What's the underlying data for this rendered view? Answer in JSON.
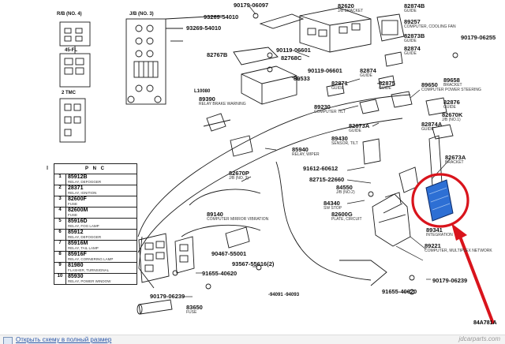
{
  "diagram": {
    "figure_code": "84A781A",
    "top_left_header": "R/B (NO. 4)",
    "left_sub_label": "45-FL",
    "jb_header": "J/B (NO. 3)",
    "left_tmc_label": "2 TMC",
    "pnc_table": {
      "header": "P N C",
      "rows": [
        {
          "num": "1",
          "code": "85912B",
          "desc": "RELAY, DEFOGGER"
        },
        {
          "num": "2",
          "code": "28371",
          "desc": "RELAY, IGNITION"
        },
        {
          "num": "3",
          "code": "82600F",
          "desc": "FUSE"
        },
        {
          "num": "4",
          "code": "82600M",
          "desc": "FUSE"
        },
        {
          "num": "5",
          "code": "85916D",
          "desc": "RELAY, FOG LAMP"
        },
        {
          "num": "6",
          "code": "85912",
          "desc": "RELAY, DEFOGGER"
        },
        {
          "num": "7",
          "code": "85916M",
          "desc": "RELAY, TAIL LAMP"
        },
        {
          "num": "8",
          "code": "85916F",
          "desc": "RELAY, CORNERING LAMP"
        },
        {
          "num": "9",
          "code": "81980",
          "desc": "FLASHER, TURNSIGNAL"
        },
        {
          "num": "10",
          "code": "85930",
          "desc": "RELAY, POWER WINDOW"
        }
      ]
    },
    "labels": [
      {
        "id": "p90179_06097",
        "text": "90179-06097",
        "sub": ""
      },
      {
        "id": "p93269_54010",
        "text": "93269-54010",
        "sub": ""
      },
      {
        "id": "p93269_54010b",
        "text": "93269-54010",
        "sub": ""
      },
      {
        "id": "p82620",
        "text": "82620",
        "sub": "J/B BRACKET"
      },
      {
        "id": "p82874b",
        "text": "82874B",
        "sub": "GUIDE"
      },
      {
        "id": "p89257",
        "text": "89257",
        "sub": "COMPUTER, COOLING FAN"
      },
      {
        "id": "p82873b",
        "text": "82873B",
        "sub": "GUIDE"
      },
      {
        "id": "p82874a_top",
        "text": "82874",
        "sub": "GUIDE"
      },
      {
        "id": "p90179_06255",
        "text": "90179-06255",
        "sub": ""
      },
      {
        "id": "p82767b",
        "text": "82767B",
        "sub": ""
      },
      {
        "id": "p90119_06601",
        "text": "90119-06601",
        "sub": ""
      },
      {
        "id": "p82768c",
        "text": "82768C",
        "sub": ""
      },
      {
        "id": "p90119_06601b",
        "text": "90119-06601",
        "sub": ""
      },
      {
        "id": "p82874_mid",
        "text": "82874",
        "sub": "GUIDE"
      },
      {
        "id": "p89533",
        "text": "89533",
        "sub": ""
      },
      {
        "id": "p89658",
        "text": "89658",
        "sub": "BRACKET"
      },
      {
        "id": "p82871",
        "text": "82871",
        "sub": "GUIDE"
      },
      {
        "id": "p82875",
        "text": "82875",
        "sub": "GUIDE"
      },
      {
        "id": "p89650",
        "text": "89650",
        "sub": "COMPUTER POWER STEERING"
      },
      {
        "id": "p82876",
        "text": "82876",
        "sub": "GUIDE"
      },
      {
        "id": "p82670k",
        "text": "82670K",
        "sub": "J/B (NO.1)"
      },
      {
        "id": "pl10080",
        "text": "L10080",
        "sub": ""
      },
      {
        "id": "p89390",
        "text": "89390",
        "sub": "RELAY BRAKE WARNING"
      },
      {
        "id": "p89230",
        "text": "89230",
        "sub": "COMPUTER TILT"
      },
      {
        "id": "p82873a",
        "text": "82873A",
        "sub": "GUIDE"
      },
      {
        "id": "p82874a",
        "text": "82874A",
        "sub": "GUIDE"
      },
      {
        "id": "p89430",
        "text": "89430",
        "sub": "SENSOR, TILT"
      },
      {
        "id": "p85940",
        "text": "85940",
        "sub": "RELAY, WIPER"
      },
      {
        "id": "p82673a",
        "text": "82673A",
        "sub": "BRACKET"
      },
      {
        "id": "p91612_60612",
        "text": "91612-60612",
        "sub": ""
      },
      {
        "id": "p82670p",
        "text": "82670P",
        "sub": "J/B (NO. 3)"
      },
      {
        "id": "p82715_22660",
        "text": "82715-22660",
        "sub": ""
      },
      {
        "id": "p84550",
        "text": "84550",
        "sub": "J/B (NO.2)"
      },
      {
        "id": "p84340",
        "text": "84340",
        "sub": "SW STOP"
      },
      {
        "id": "p82600g",
        "text": "82600G",
        "sub": "PLATE, CIRCUIT"
      },
      {
        "id": "p89140",
        "text": "89140",
        "sub": "COMPUTER MIRROR VIBRATION"
      },
      {
        "id": "p89341",
        "text": "89341",
        "sub": "INTEGRATION"
      },
      {
        "id": "p89221",
        "text": "89221",
        "sub": "COMPUTER, MULTIPLEX NETWORK"
      },
      {
        "id": "p90467_55001",
        "text": "90467-55001",
        "sub": ""
      },
      {
        "id": "p93567_55616",
        "text": "93567-55616(2)",
        "sub": ""
      },
      {
        "id": "p91655_40620",
        "text": "91655-40620",
        "sub": ""
      },
      {
        "id": "p90179_06239",
        "text": "90179-06239",
        "sub": ""
      },
      {
        "id": "p90179_06239b",
        "text": "90179-06239",
        "sub": ""
      },
      {
        "id": "p91655_40620b",
        "text": "91655-40620",
        "sub": ""
      },
      {
        "id": "p83650",
        "text": "83650",
        "sub": "FUSE"
      },
      {
        "id": "p89940",
        "text": "-94091 -94093",
        "sub": ""
      }
    ]
  },
  "highlight": {
    "color": "#d9141c",
    "fill": "#2d6fd4"
  },
  "footer": {
    "link_text": "Открыть схему в полный размер",
    "watermark": "jdcarparts.com"
  }
}
